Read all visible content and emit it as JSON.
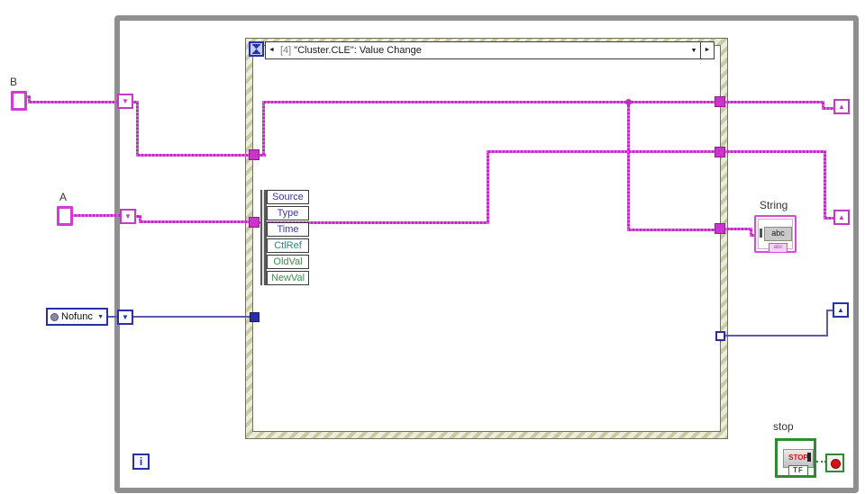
{
  "window": {
    "type": "labview-block-diagram"
  },
  "colors": {
    "wire_string": "#c837c8",
    "wire_enum": "#5b5baa",
    "wire_boolean": "#2e8b2e",
    "loop_border": "#8f8f8f",
    "event_border_hatch": "#c9c9a5",
    "stop_red": "#d41414"
  },
  "icons": {
    "decrement": "◄",
    "increment": "►",
    "dropdown": "▼",
    "shift_register_down": "▼",
    "shift_register_up": "▲",
    "timeout": "hourglass-icon"
  },
  "while_loop": {
    "iteration_terminal": "i"
  },
  "event_structure": {
    "header": {
      "index": "[4]",
      "event": "\"Cluster.CLE\": Value Change"
    },
    "event_data_node": {
      "items": [
        {
          "label": "Source"
        },
        {
          "label": "Type"
        },
        {
          "label": "Time"
        },
        {
          "label": "CtlRef"
        },
        {
          "label": "OldVal"
        },
        {
          "label": "NewVal"
        }
      ]
    }
  },
  "controls": {
    "b": {
      "label": "B"
    },
    "a": {
      "label": "A"
    },
    "nofunc": {
      "label": "Nofunc"
    },
    "string_indicator": {
      "label": "String",
      "field": "abc",
      "datatype": "abc"
    },
    "stop": {
      "label": "stop",
      "button": "STOP",
      "datatype": "TF"
    }
  }
}
